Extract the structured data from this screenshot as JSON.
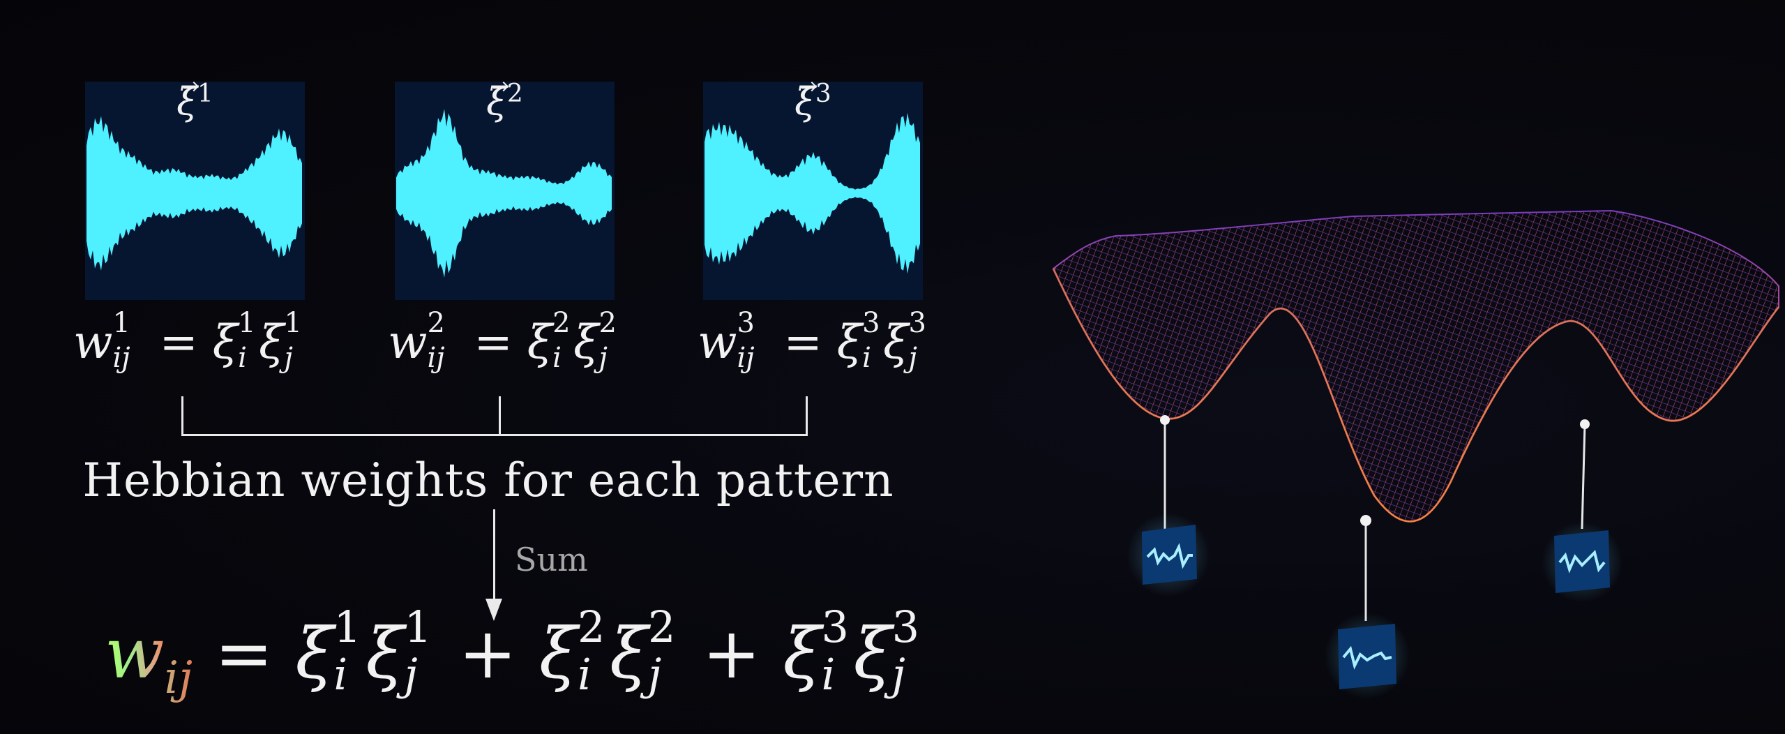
{
  "patterns": [
    {
      "label": "ξ",
      "index": "1",
      "weight_eq": {
        "w": "w",
        "sup": "1",
        "sub": "ij",
        "xi_i_sup": "1",
        "xi_i_sub": "i",
        "xi_j_sup": "1",
        "xi_j_sub": "j"
      }
    },
    {
      "label": "ξ",
      "index": "2",
      "weight_eq": {
        "w": "w",
        "sup": "2",
        "sub": "ij",
        "xi_i_sup": "2",
        "xi_i_sub": "i",
        "xi_j_sup": "2",
        "xi_j_sub": "j"
      }
    },
    {
      "label": "ξ",
      "index": "3",
      "weight_eq": {
        "w": "w",
        "sup": "3",
        "sub": "ij",
        "xi_i_sup": "3",
        "xi_i_sub": "i",
        "xi_j_sup": "3",
        "xi_j_sub": "j"
      }
    }
  ],
  "caption": "Hebbian weights for each pattern",
  "sum_label": "Sum",
  "final_equation": {
    "w": "w",
    "sub": "ij",
    "equals": "=",
    "plus": "+",
    "terms": [
      {
        "i_sup": "1",
        "i_sub": "i",
        "j_sup": "1",
        "j_sub": "j"
      },
      {
        "i_sup": "2",
        "i_sub": "i",
        "j_sup": "2",
        "j_sub": "j"
      },
      {
        "i_sup": "3",
        "i_sub": "i",
        "j_sup": "3",
        "j_sub": "j"
      }
    ]
  },
  "colors": {
    "waveform": "#4ff0ff",
    "panel": "#061530",
    "surface_low": "#ff7a3a",
    "surface_high": "#9a4bd0"
  }
}
